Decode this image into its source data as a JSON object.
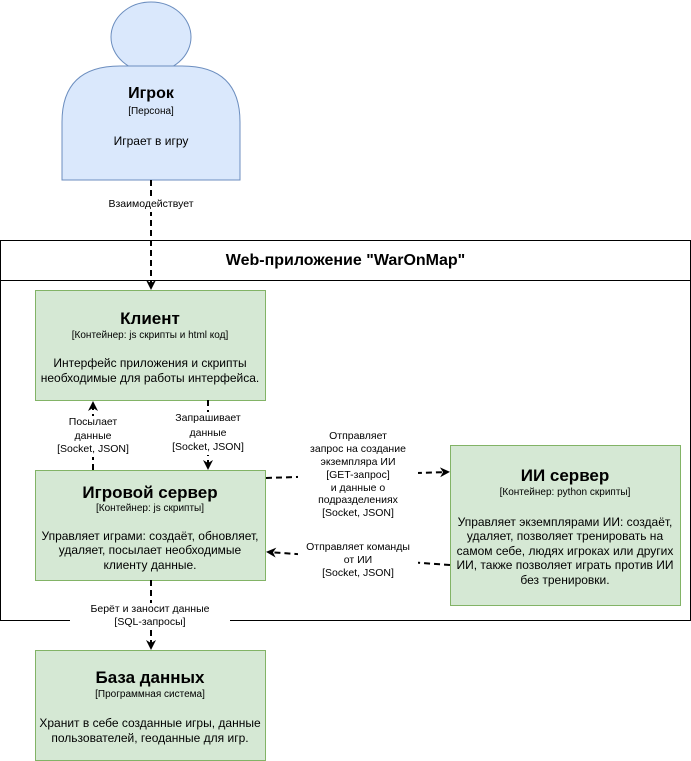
{
  "colors": {
    "person_fill": "#dae8fc",
    "person_stroke": "#6c8ebf",
    "container_fill": "#d5e8d4",
    "container_stroke": "#82b366",
    "line": "#000000"
  },
  "person": {
    "title": "Игрок",
    "tag": "[Персона]",
    "desc": "Играет в игру"
  },
  "system_boundary": {
    "title": "Web-приложение \"WarOnMap\""
  },
  "client": {
    "title": "Клиент",
    "tag": "[Контейнер: js скрипты и html код]",
    "desc_line1": "Интерфейс приложения и скрипты",
    "desc_line2": "необходимые для работы интерфейса."
  },
  "game_server": {
    "title": "Игровой сервер",
    "tag": "[Контейнер: js скрипты]",
    "desc_line1": "Управляет играми: создаёт, обновляет,",
    "desc_line2": "удаляет, посылает необходимые",
    "desc_line3": "клиенту данные."
  },
  "ai_server": {
    "title": "ИИ сервер",
    "tag": "[Контейнер: python скрипты]",
    "desc_line1": "Управляет экземплярами ИИ: создаёт,",
    "desc_line2": "удаляет, позволяет тренировать на",
    "desc_line3": "самом себе, людях игроках или других",
    "desc_line4": "ИИ, также позволяет играть против ИИ",
    "desc_line5": "без тренировки."
  },
  "database": {
    "title": "База данных",
    "tag": "[Программная система]",
    "desc_line1": "Хранит в себе созданные игры, данные",
    "desc_line2": "пользователей, геоданные для игр."
  },
  "relations": {
    "interacts": "Взаимодействует",
    "sends_l1": "Посылает",
    "sends_l2": "данные",
    "sends_l3": "[Socket, JSON]",
    "requests_l1": "Запрашивает",
    "requests_l2": "данные",
    "requests_l3": "[Socket, JSON]",
    "ai_create_l1": "Отправляет",
    "ai_create_l2": "запрос на создание",
    "ai_create_l3": "экземпляра ИИ",
    "ai_create_l4": "[GET-запрос]",
    "ai_create_l5": "и данные о",
    "ai_create_l6": "подразделениях",
    "ai_create_l7": "[Socket, JSON]",
    "ai_cmd_l1": "Отправляет команды",
    "ai_cmd_l2": "от ИИ",
    "ai_cmd_l3": "[Socket, JSON]",
    "db_l1": "Берёт и заносит данные",
    "db_l2": "[SQL-запросы]"
  }
}
